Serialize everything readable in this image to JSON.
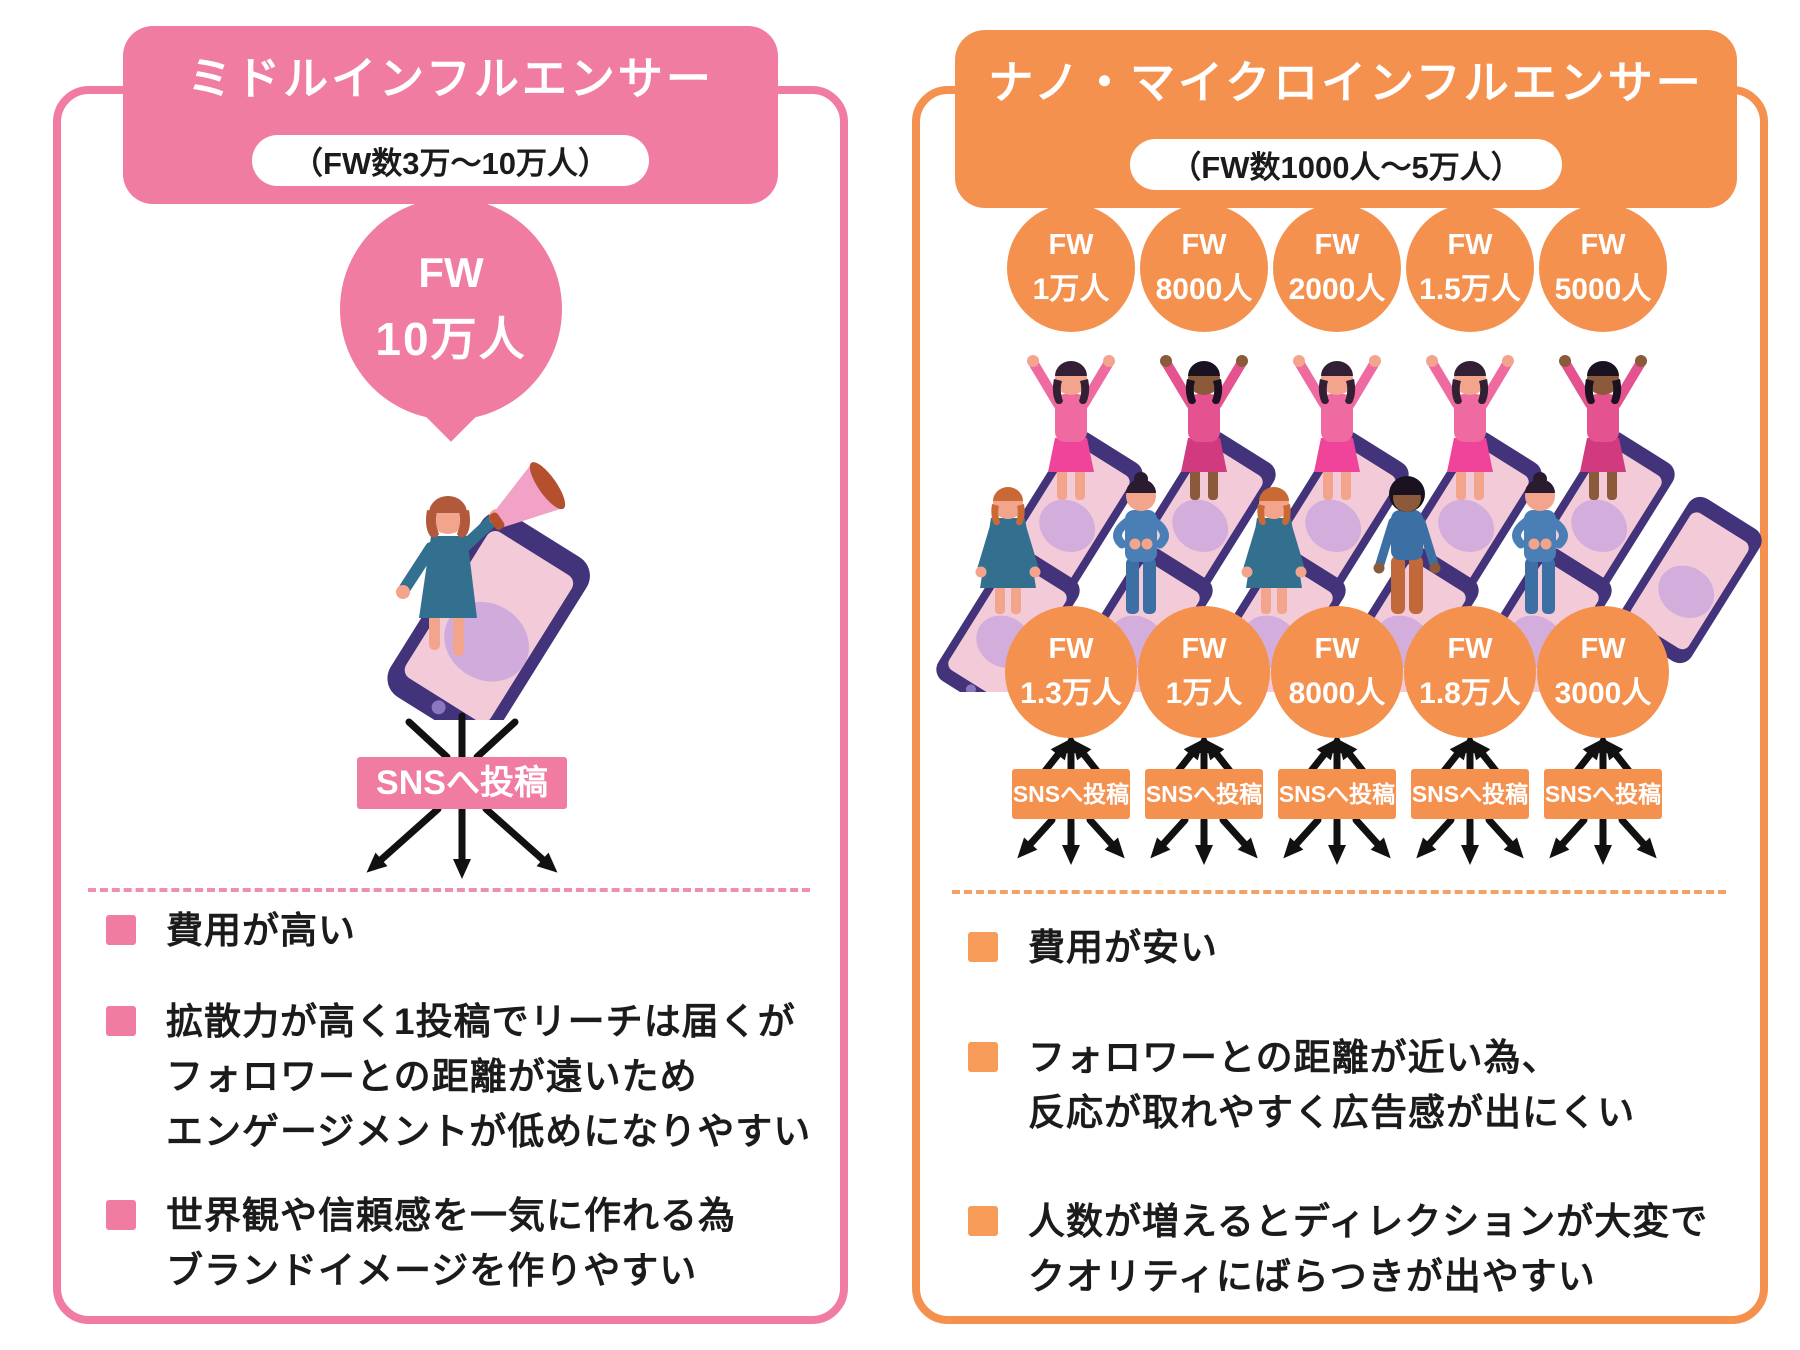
{
  "colors": {
    "pink": "#F07CA2",
    "orange": "#F5914E",
    "text": "#1B1B1B"
  },
  "left_panel": {
    "title": "ミドルインフルエンサー",
    "subtitle": "（FW数3万〜10万人）",
    "bubble": {
      "label": "FW",
      "value": "10万人"
    },
    "sns_label": "SNSへ投稿",
    "bullets": [
      {
        "lines": [
          "費用が高い"
        ]
      },
      {
        "lines": [
          "拡散力が高く1投稿でリーチは届くが",
          "フォロワーとの距離が遠いため",
          "エンゲージメントが低めになりやすい"
        ]
      },
      {
        "lines": [
          "世界観や信頼感を一気に作れる為",
          "ブランドイメージを作りやすい"
        ]
      }
    ]
  },
  "right_panel": {
    "title": "ナノ・マイクロインフルエンサー",
    "subtitle": "（FW数1000人〜5万人）",
    "top_circles": [
      {
        "label": "FW",
        "value": "1万人"
      },
      {
        "label": "FW",
        "value": "8000人"
      },
      {
        "label": "FW",
        "value": "2000人"
      },
      {
        "label": "FW",
        "value": "1.5万人"
      },
      {
        "label": "FW",
        "value": "5000人"
      }
    ],
    "bottom_circles": [
      {
        "label": "FW",
        "value": "1.3万人"
      },
      {
        "label": "FW",
        "value": "1万人"
      },
      {
        "label": "FW",
        "value": "8000人"
      },
      {
        "label": "FW",
        "value": "1.8万人"
      },
      {
        "label": "FW",
        "value": "3000人"
      }
    ],
    "sns_label": "SNSへ投稿",
    "bullets": [
      {
        "lines": [
          "費用が安い"
        ]
      },
      {
        "lines": [
          "フォロワーとの距離が近い為、",
          "反応が取れやすく広告感が出にくい"
        ]
      },
      {
        "lines": [
          "人数が増えるとディレクションが大変で",
          "クオリティにばらつきが出やすい"
        ]
      }
    ]
  }
}
